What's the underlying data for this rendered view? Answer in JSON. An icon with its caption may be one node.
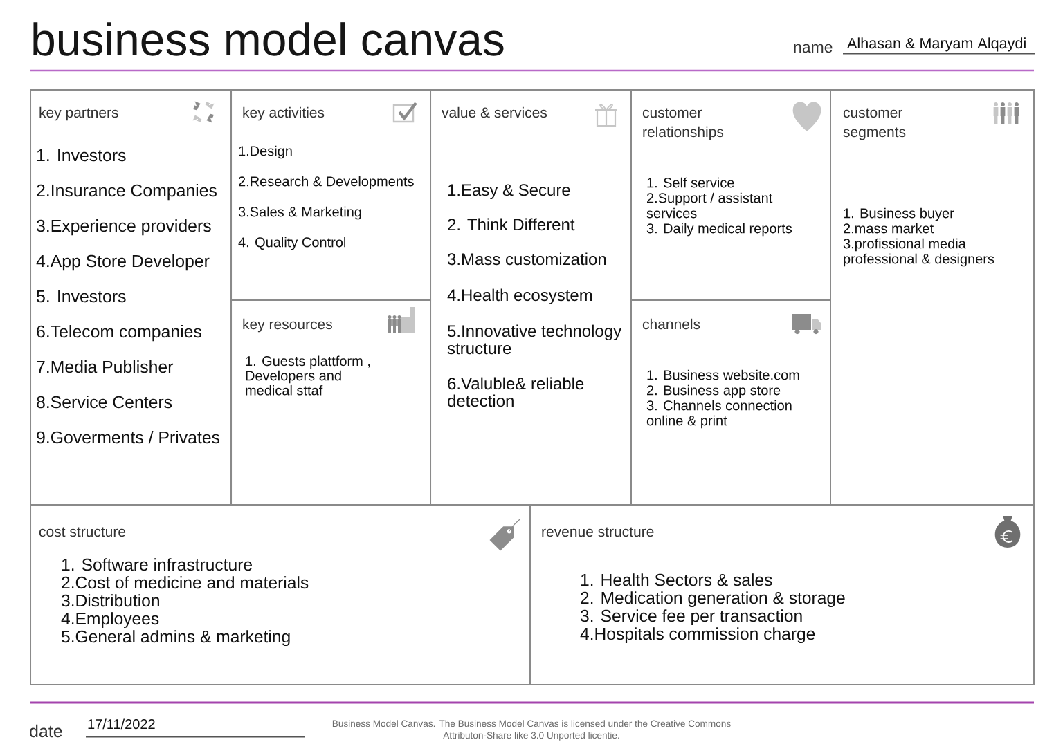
{
  "diagram": {
    "title": "business model canvas",
    "nodes": [
      {
        "text": [
          "key partners",
          "1. Investors",
          "2.Insurance Companies",
          "3.Experience providers",
          "4.App Store Developer",
          "5. Investors",
          "6.Telecom companies",
          "7.Media Publisher",
          "8.Service Centers",
          "9.Goverments / Privates"
        ]
      },
      {
        "text": [
          "key activities",
          "1.Design",
          "2.Research & Developments",
          "3.Sales & Marketing",
          "4. Quality Control"
        ]
      },
      {
        "text": [
          "key resources",
          "1. Guests plattform , Developers and medical sttaf"
        ]
      },
      {
        "text": [
          "value & services",
          "1.Easy & Secure",
          "2. Think Different",
          "3.Mass customization",
          "4.Health ecosystem",
          "5.Innovative technology structure",
          "6.Valuble& reliable detection"
        ]
      },
      {
        "text": [
          "customer relationships",
          "1. Self service",
          "2.Support / assistant services",
          "3. Daily medical reports"
        ]
      },
      {
        "text": [
          "channels",
          "1. Business website.com",
          "2. Business app store",
          "3. Channels connection online & print"
        ]
      },
      {
        "text": [
          "customer segments",
          "1. Business buyer",
          "2.mass market",
          "3.profissional media professional & designers"
        ]
      },
      {
        "text": [
          "cost structure",
          "1. Software infrastructure",
          "2.Cost of medicine and materials",
          "3.Distribution",
          "4.Employees",
          "5.General admins & marketing"
        ]
      },
      {
        "text": [
          "revenue structure",
          "1. Health Sectors & sales",
          "2. Medication generation & storage",
          "3. Service fee per transaction",
          "4.Hospitals commission charge"
        ]
      }
    ],
    "labels": [
      "name",
      "Alhasan & Maryam Alqaydi",
      "date",
      "17/11/2022",
      "Business Model Canvas. The Business Model Canvas is licensed under the Creative Commons Attributon-Share like 3.0 Unported licentie."
    ]
  }
}
